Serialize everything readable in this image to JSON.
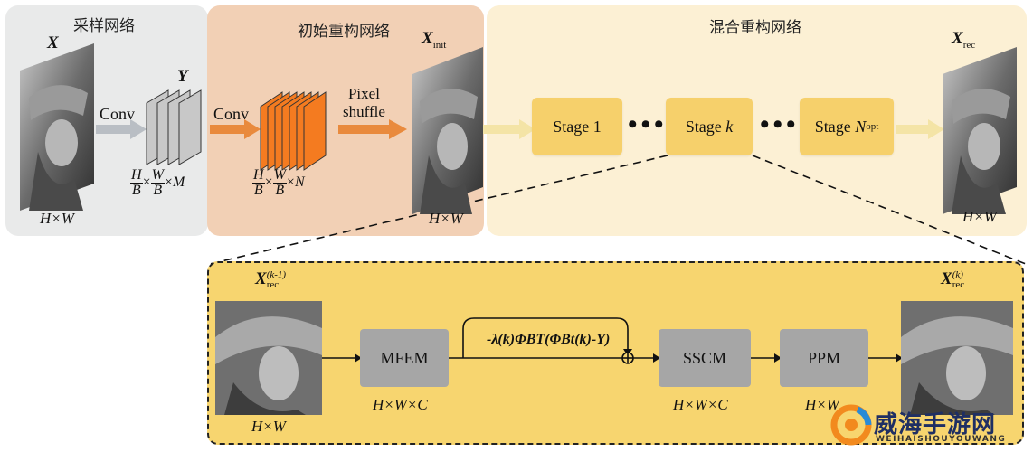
{
  "sections": {
    "sampling_title": "采样网络",
    "initial_title": "初始重构网络",
    "hybrid_title": "混合重构网络"
  },
  "labels": {
    "x_main": "X",
    "y_main": "Y",
    "conv1": "Conv",
    "conv2": "Conv",
    "pixel_line1": "Pixel",
    "pixel_line2": "shuffle",
    "x_init_main": "X",
    "x_init_sub": "init",
    "x_rec_main": "X",
    "x_rec_sub": "rec",
    "hw": "H×W",
    "frac1_h": "H",
    "frac1_b1": "B",
    "frac1_times1": "×",
    "frac1_w": "W",
    "frac1_b2": "B",
    "frac1_times2": "×",
    "frac1_m": "M",
    "frac2_h": "H",
    "frac2_b1": "B",
    "frac2_times1": "×",
    "frac2_w": "W",
    "frac2_b2": "B",
    "frac2_times2": "×",
    "frac2_n": "N"
  },
  "stages": {
    "stage1": "Stage 1",
    "stagek_text": "Stage",
    "stagek_var": "k",
    "stagen_text": "Stage",
    "stagen_var": "N",
    "stagen_sub": "opt",
    "dots": "•••"
  },
  "detail": {
    "in_main": "X",
    "in_sub": "rec",
    "in_sup": "(k-1)",
    "out_main": "X",
    "out_sub": "rec",
    "out_sup": "(k)",
    "mfem": "MFEM",
    "sscm": "SSCM",
    "ppm": "PPM",
    "dim_hwc1": "H×W×C",
    "dim_hwc2": "H×W×C",
    "dim_hw_ppm": "H×W",
    "dim_hw_in": "H×W",
    "formula": "-λ(k)ΦBT(ΦBt(k)-Y)"
  },
  "watermark": {
    "title": "威海手游网",
    "subtitle": "WEIHAISHOUYOUWANG"
  },
  "colors": {
    "sampling_panel": "#e9eaea",
    "initial_panel": "#f2d0b5",
    "hybrid_panel": "#fcf0d4",
    "detail_panel": "#f7d56f",
    "stage_box": "#f6d06b",
    "orange_feature": "#f47b20",
    "gray_feature": "#c8c8c8",
    "arrow_gray": "#b9bec4",
    "arrow_orange": "#e98a3d",
    "arrow_yellow": "#f4e4a6"
  }
}
